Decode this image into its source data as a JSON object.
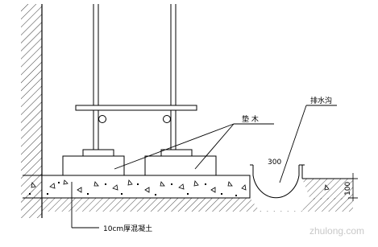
{
  "labels": {
    "pad_wood": "垫 木",
    "drain_ditch": "排水沟",
    "ditch_width": "300",
    "layer_depth": "100",
    "concrete": "10cm厚混凝土"
  },
  "watermark": "zhulong.com",
  "colors": {
    "line": "#000000",
    "background": "#ffffff",
    "watermark": "#c8c8c8"
  }
}
